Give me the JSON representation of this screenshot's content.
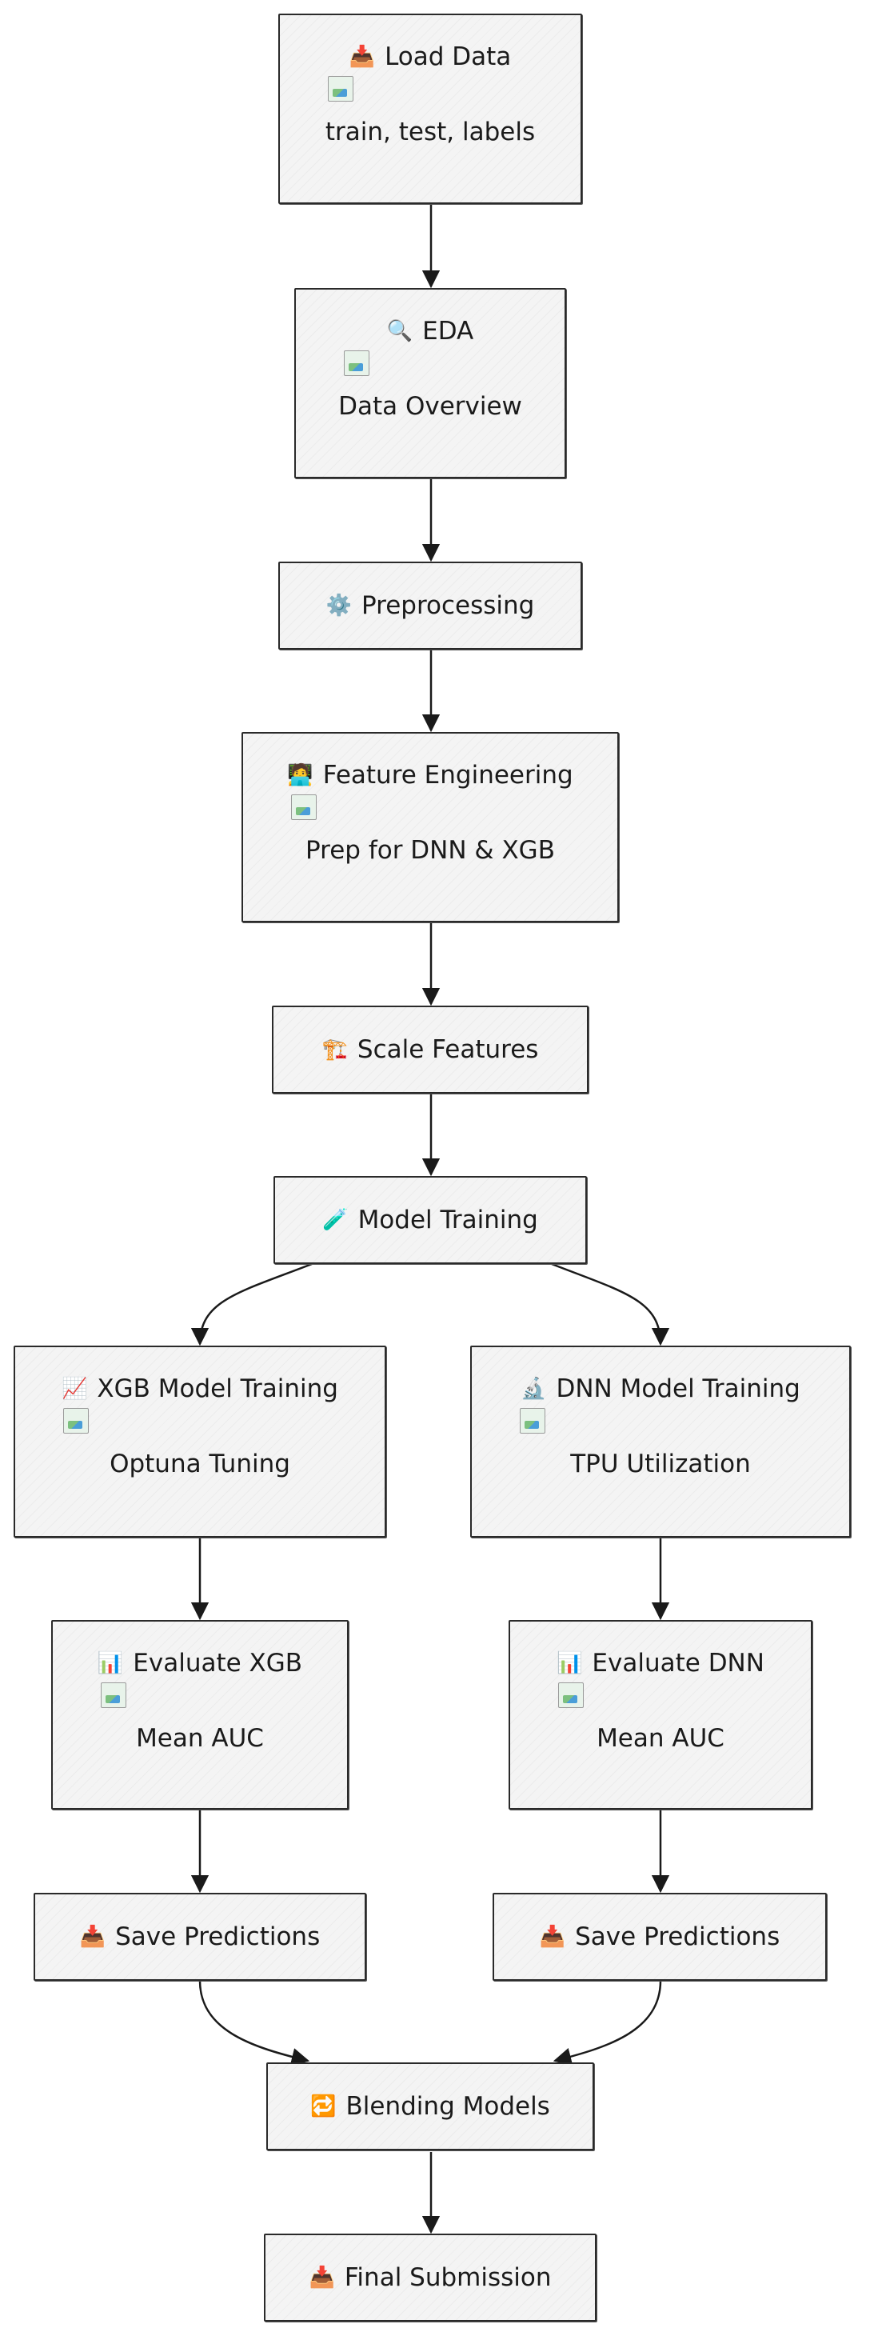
{
  "diagram": {
    "nodes": [
      {
        "id": "load-data",
        "icon": "📥",
        "icon_name": "inbox-tray-icon",
        "label": "Load Data",
        "sub": "train, test, labels"
      },
      {
        "id": "eda",
        "icon": "🔍",
        "icon_name": "magnifier-icon",
        "label": "EDA",
        "sub": "Data Overview"
      },
      {
        "id": "preprocessing",
        "icon": "⚙️",
        "icon_name": "gear-icon",
        "label": "Preprocessing"
      },
      {
        "id": "feature-engineering",
        "icon": "🧑‍💻",
        "icon_name": "technologist-icon",
        "label": "Feature Engineering",
        "sub": "Prep for DNN & XGB"
      },
      {
        "id": "scale-features",
        "icon": "🏗️",
        "icon_name": "crane-icon",
        "label": "Scale Features"
      },
      {
        "id": "model-training",
        "icon": "🧪",
        "icon_name": "test-tube-icon",
        "label": "Model Training"
      },
      {
        "id": "xgb-training",
        "icon": "📈",
        "icon_name": "chart-increasing-icon",
        "label": "XGB Model Training",
        "sub": "Optuna Tuning"
      },
      {
        "id": "dnn-training",
        "icon": "🔬",
        "icon_name": "microscope-icon",
        "label": "DNN Model Training",
        "sub": "TPU Utilization"
      },
      {
        "id": "evaluate-xgb",
        "icon": "📊",
        "icon_name": "bar-chart-icon",
        "label": "Evaluate XGB",
        "sub": "Mean AUC"
      },
      {
        "id": "evaluate-dnn",
        "icon": "📊",
        "icon_name": "bar-chart-icon",
        "label": "Evaluate DNN",
        "sub": "Mean AUC"
      },
      {
        "id": "save-xgb",
        "icon": "📥",
        "icon_name": "inbox-tray-icon",
        "label": "Save Predictions"
      },
      {
        "id": "save-dnn",
        "icon": "📥",
        "icon_name": "inbox-tray-icon",
        "label": "Save Predictions"
      },
      {
        "id": "blending",
        "icon": "🔁",
        "icon_name": "repeat-icon",
        "label": "Blending Models"
      },
      {
        "id": "final-submission",
        "icon": "📥",
        "icon_name": "inbox-tray-icon",
        "label": "Final Submission"
      }
    ],
    "edges": [
      {
        "from": "load-data",
        "to": "eda"
      },
      {
        "from": "eda",
        "to": "preprocessing"
      },
      {
        "from": "preprocessing",
        "to": "feature-engineering"
      },
      {
        "from": "feature-engineering",
        "to": "scale-features"
      },
      {
        "from": "scale-features",
        "to": "model-training"
      },
      {
        "from": "model-training",
        "to": "xgb-training"
      },
      {
        "from": "model-training",
        "to": "dnn-training"
      },
      {
        "from": "xgb-training",
        "to": "evaluate-xgb"
      },
      {
        "from": "dnn-training",
        "to": "evaluate-dnn"
      },
      {
        "from": "evaluate-xgb",
        "to": "save-xgb"
      },
      {
        "from": "evaluate-dnn",
        "to": "save-dnn"
      },
      {
        "from": "save-xgb",
        "to": "blending"
      },
      {
        "from": "save-dnn",
        "to": "blending"
      },
      {
        "from": "blending",
        "to": "final-submission"
      }
    ]
  }
}
